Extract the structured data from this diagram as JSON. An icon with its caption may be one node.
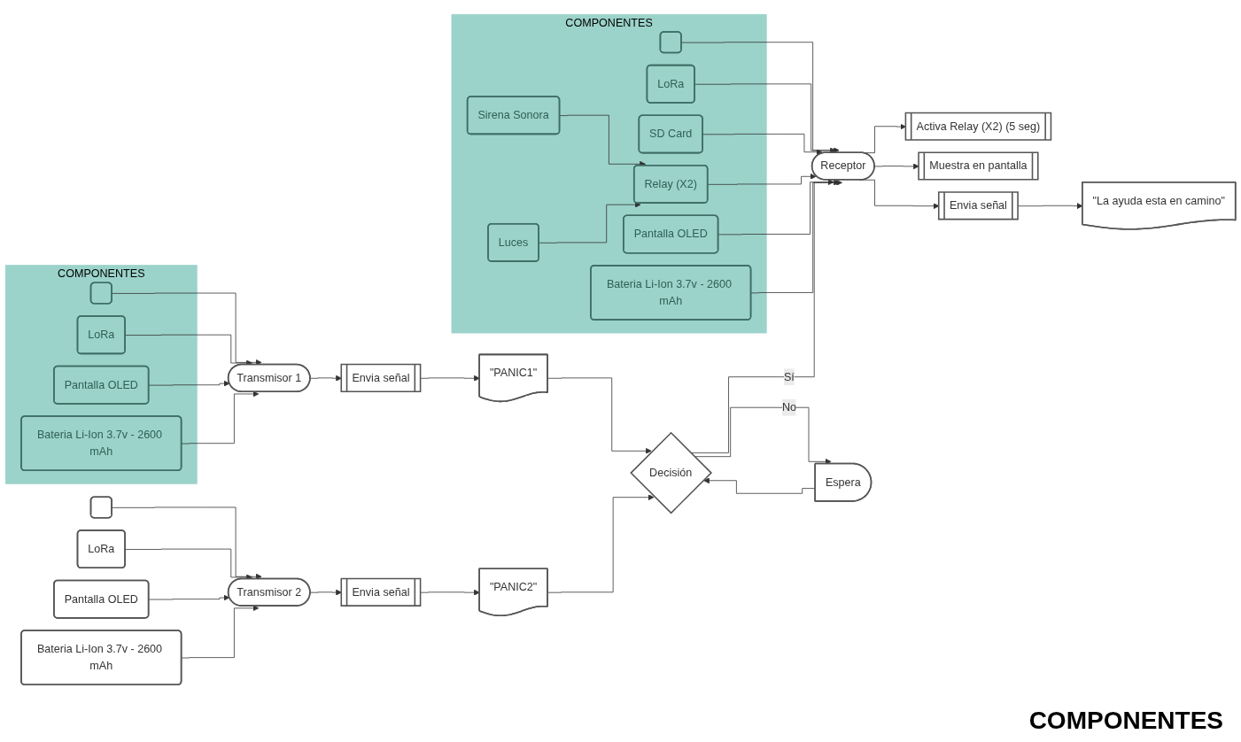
{
  "diagram": {
    "nodes": [
      {
        "text": [
          "COMPONENTES"
        ]
      },
      {
        "text": [],
        "shape": "box",
        "in": 0
      },
      {
        "text": [
          "LoRa"
        ],
        "in": 0
      },
      {
        "text": [
          "SD Card"
        ],
        "in": 0
      },
      {
        "text": [
          "Sirena Sonora"
        ],
        "in": 0
      },
      {
        "text": [
          "Relay (X2)"
        ],
        "in": 0
      },
      {
        "text": [
          "Luces"
        ],
        "in": 0
      },
      {
        "text": [
          "Pantalla OLED"
        ],
        "in": 0
      },
      {
        "text": [
          "Bateria Li-Ion 3.7v - 2600 mAh"
        ],
        "in": 0
      },
      {
        "text": [
          "Activa Relay (X2) (5 seg)"
        ]
      },
      {
        "text": [
          "Muestra en pantalla"
        ]
      },
      {
        "text": [
          "Receptor"
        ]
      },
      {
        "text": [
          "Decisión"
        ]
      },
      {
        "text": [
          "Espera"
        ]
      },
      {
        "text": [
          "Envia señal"
        ]
      },
      {
        "text": [
          "\"La ayuda esta en camino\""
        ]
      },
      {
        "text": [
          "\"PANIC1\""
        ]
      },
      {
        "text": [
          "\"PANIC2\""
        ]
      },
      {
        "text": [
          "COMPONENTES"
        ]
      },
      {
        "text": [],
        "shape": "box",
        "in": 18
      },
      {
        "text": [
          "LoRa"
        ],
        "in": 18
      },
      {
        "text": [
          "Pantalla OLED"
        ],
        "in": 18
      },
      {
        "text": [
          "Bateria Li-Ion 3.7v - 2600 mAh"
        ],
        "in": 18
      },
      {
        "text": [
          "Transmisor 1"
        ]
      },
      {
        "text": [
          "Envia señal"
        ]
      },
      {
        "text": [
          "Envia señal"
        ]
      },
      {
        "text": [
          "Transmisor 2"
        ]
      },
      {
        "text": [],
        "shape": "box"
      },
      {
        "text": [
          "LoRa"
        ]
      },
      {
        "text": [
          "Pantalla OLED"
        ]
      },
      {
        "text": [
          "Bateria Li-Ion 3.7v - 2600 mAh"
        ]
      }
    ],
    "edges": [
      {
        "from": 1,
        "to": 11,
        "arrow": "to"
      },
      {
        "from": 2,
        "to": 11,
        "arrow": "to"
      },
      {
        "from": 3,
        "to": 11,
        "arrow": "to"
      },
      {
        "from": 5,
        "to": 11,
        "arrow": "to"
      },
      {
        "from": 7,
        "to": 11,
        "arrow": "to"
      },
      {
        "from": 8,
        "to": 11,
        "arrow": "to"
      },
      {
        "from": 4,
        "to": 5,
        "arrow": "to"
      },
      {
        "from": 6,
        "to": 5,
        "arrow": "to"
      },
      {
        "from": 11,
        "to": 9,
        "arrow": "to"
      },
      {
        "from": 11,
        "to": 10,
        "arrow": "to"
      },
      {
        "from": 11,
        "to": 14,
        "arrow": "to"
      },
      {
        "from": 14,
        "to": 15,
        "arrow": "to"
      },
      {
        "from": 12,
        "to": 11,
        "label": "Sí",
        "arrow": "to"
      },
      {
        "from": 12,
        "to": 13,
        "label": "No",
        "arrow": "to"
      },
      {
        "from": 13,
        "to": 12,
        "arrow": "to"
      },
      {
        "from": 16,
        "to": 12,
        "arrow": "to"
      },
      {
        "from": 17,
        "to": 12,
        "arrow": "to"
      },
      {
        "from": 19,
        "to": 23,
        "arrow": "to"
      },
      {
        "from": 20,
        "to": 23,
        "arrow": "to"
      },
      {
        "from": 21,
        "to": 23,
        "arrow": "to"
      },
      {
        "from": 22,
        "to": 23,
        "arrow": "to"
      },
      {
        "from": 23,
        "to": 24,
        "arrow": "to"
      },
      {
        "from": 24,
        "to": 16,
        "arrow": "to"
      },
      {
        "from": 26,
        "to": 25,
        "arrow": "to"
      },
      {
        "from": 25,
        "to": 17,
        "arrow": "to"
      },
      {
        "from": 27,
        "to": 26,
        "arrow": "to"
      },
      {
        "from": 28,
        "to": 26,
        "arrow": "to"
      },
      {
        "from": 29,
        "to": 26,
        "arrow": "to"
      },
      {
        "from": 30,
        "to": 26,
        "arrow": "to"
      }
    ],
    "labels": [
      "COMPONENTES"
    ]
  }
}
